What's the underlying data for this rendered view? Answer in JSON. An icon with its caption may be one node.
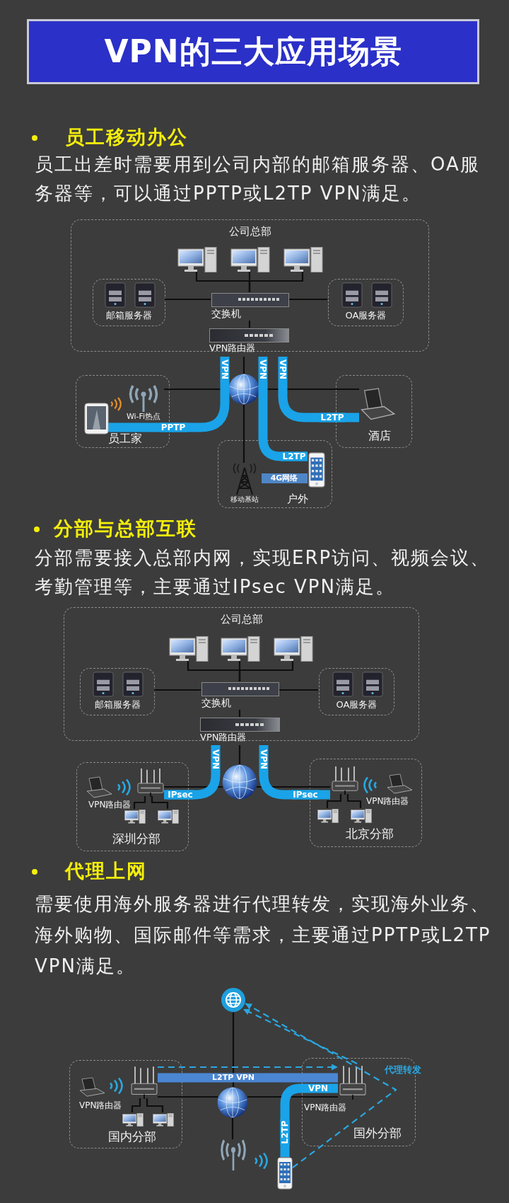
{
  "diagram": {
    "title": "VPN的三大应用场景",
    "nodes": [
      {
        "text": [
          "公司总部"
        ]
      },
      {
        "text": [],
        "shape": "picture",
        "in": 0
      },
      {
        "text": [],
        "shape": "picture",
        "in": 0
      },
      {
        "text": [],
        "shape": "picture",
        "in": 0
      },
      {
        "text": [
          "邮箱服务器"
        ],
        "in": 0
      },
      {
        "text": [
          "OA服务器"
        ],
        "in": 0
      },
      {
        "text": [
          "交换机"
        ],
        "in": 0
      },
      {
        "text": [
          "VPN路由器"
        ],
        "in": 0
      },
      {
        "text": [],
        "shape": "picture"
      },
      {
        "text": [
          "员工家"
        ]
      },
      {
        "text": [
          "Wi-Fi热点"
        ],
        "in": 9
      },
      {
        "text": [],
        "shape": "picture",
        "in": 9
      },
      {
        "text": [
          "酒店"
        ]
      },
      {
        "text": [],
        "shape": "picture",
        "in": 12
      },
      {
        "text": [
          "户外"
        ]
      },
      {
        "text": [
          "移动基站"
        ],
        "in": 14
      },
      {
        "text": [],
        "shape": "picture",
        "in": 14
      },
      {
        "text": [
          "公司总部"
        ]
      },
      {
        "text": [],
        "shape": "picture",
        "in": 17
      },
      {
        "text": [],
        "shape": "picture",
        "in": 17
      },
      {
        "text": [],
        "shape": "picture",
        "in": 17
      },
      {
        "text": [
          "邮箱服务器"
        ],
        "in": 17
      },
      {
        "text": [
          "OA服务器"
        ],
        "in": 17
      },
      {
        "text": [
          "交换机"
        ],
        "in": 17
      },
      {
        "text": [
          "VPN路由器"
        ],
        "in": 17
      },
      {
        "text": [],
        "shape": "picture"
      },
      {
        "text": [
          "深圳分部"
        ]
      },
      {
        "text": [],
        "shape": "picture",
        "in": 26
      },
      {
        "text": [],
        "shape": "picture",
        "in": 26
      },
      {
        "text": [],
        "shape": "picture",
        "in": 26
      },
      {
        "text": [],
        "shape": "picture",
        "in": 26
      },
      {
        "text": [
          "北京分部"
        ]
      },
      {
        "text": [],
        "shape": "picture",
        "in": 31
      },
      {
        "text": [],
        "shape": "picture",
        "in": 31
      },
      {
        "text": [],
        "shape": "picture",
        "in": 31
      },
      {
        "text": [],
        "shape": "picture",
        "in": 31
      },
      {
        "text": [],
        "shape": "picture"
      },
      {
        "text": [],
        "shape": "picture"
      },
      {
        "text": [
          "国内分部"
        ]
      },
      {
        "text": [],
        "shape": "picture",
        "in": 38
      },
      {
        "text": [],
        "shape": "picture",
        "in": 38
      },
      {
        "text": [],
        "shape": "picture",
        "in": 38
      },
      {
        "text": [],
        "shape": "picture",
        "in": 38
      },
      {
        "text": [
          "国外分部"
        ]
      },
      {
        "text": [],
        "shape": "picture",
        "in": 43
      },
      {
        "text": [],
        "shape": "picture"
      },
      {
        "text": [],
        "shape": "picture"
      }
    ],
    "edges": [
      {
        "from": 1,
        "to": 6,
        "arrow": "none"
      },
      {
        "from": 2,
        "to": 6,
        "arrow": "none"
      },
      {
        "from": 3,
        "to": 6,
        "arrow": "none"
      },
      {
        "from": 4,
        "to": 6,
        "arrow": "none"
      },
      {
        "from": 5,
        "to": 6,
        "arrow": "none"
      },
      {
        "from": 6,
        "to": 7,
        "arrow": "none"
      },
      {
        "from": 7,
        "to": 8,
        "arrow": "none"
      },
      {
        "from": 8,
        "to": 10,
        "arrow": "none"
      },
      {
        "from": 8,
        "to": 13,
        "arrow": "none"
      },
      {
        "from": 8,
        "to": 15,
        "arrow": "none"
      },
      {
        "from": 15,
        "to": 16,
        "arrow": "both",
        "label": "4G网络",
        "style": "thick",
        "color": "#4f86c6"
      },
      {
        "from": 7,
        "to": 11,
        "arrow": "none",
        "label": "PPTP",
        "style": "thick",
        "color": "#1aa3e8"
      },
      {
        "from": 7,
        "to": 13,
        "arrow": "none",
        "label": "L2TP",
        "style": "thick",
        "color": "#1aa3e8"
      },
      {
        "from": 7,
        "to": 16,
        "arrow": "none",
        "label": "L2TP",
        "style": "thick",
        "color": "#1aa3e8"
      },
      {
        "from": 18,
        "to": 23,
        "arrow": "none"
      },
      {
        "from": 19,
        "to": 23,
        "arrow": "none"
      },
      {
        "from": 20,
        "to": 23,
        "arrow": "none"
      },
      {
        "from": 21,
        "to": 23,
        "arrow": "none"
      },
      {
        "from": 22,
        "to": 23,
        "arrow": "none"
      },
      {
        "from": 23,
        "to": 24,
        "arrow": "none"
      },
      {
        "from": 24,
        "to": 25,
        "arrow": "none"
      },
      {
        "from": 25,
        "to": 27,
        "arrow": "none"
      },
      {
        "from": 25,
        "to": 32,
        "arrow": "none"
      },
      {
        "from": 27,
        "to": 29,
        "arrow": "none"
      },
      {
        "from": 27,
        "to": 30,
        "arrow": "none"
      },
      {
        "from": 32,
        "to": 34,
        "arrow": "none"
      },
      {
        "from": 32,
        "to": 35,
        "arrow": "none"
      },
      {
        "from": 24,
        "to": 27,
        "arrow": "none",
        "label": "IPsec",
        "style": "thick",
        "color": "#1aa3e8"
      },
      {
        "from": 24,
        "to": 32,
        "arrow": "none",
        "label": "IPsec",
        "style": "thick",
        "color": "#1aa3e8"
      },
      {
        "from": 36,
        "to": 37,
        "arrow": "none"
      },
      {
        "from": 37,
        "to": 45,
        "arrow": "none"
      },
      {
        "from": 39,
        "to": 37,
        "arrow": "none"
      },
      {
        "from": 37,
        "to": 44,
        "arrow": "none"
      },
      {
        "from": 39,
        "to": 41,
        "arrow": "none"
      },
      {
        "from": 39,
        "to": 42,
        "arrow": "none"
      },
      {
        "from": 39,
        "to": 44,
        "arrow": "none",
        "label": "L2TP VPN",
        "style": "thick",
        "color": "#4b86d2"
      },
      {
        "from": 46,
        "to": 44,
        "arrow": "none",
        "label": "L2TP",
        "style": "thick",
        "color": "#1aa3e8"
      },
      {
        "from": 39,
        "to": 44,
        "arrow": "to",
        "style": "dashed",
        "color": "#2aa7e0"
      },
      {
        "from": 44,
        "to": 36,
        "arrow": "to",
        "style": "dashed",
        "color": "#2aa7e0"
      },
      {
        "from": 46,
        "to": 36,
        "arrow": "to",
        "label": "代理转发",
        "style": "dashed",
        "color": "#2aa7e0"
      }
    ],
    "labels": [
      "员工移动办公",
      "员工出差时需要用到公司内部的邮箱服务器、OA服务器等，可以通过PPTP或L2TP VPN满足。",
      "VPN",
      "VPN",
      "VPN",
      "分部与总部互联",
      "分部需要接入总部内网，实现ERP访问、视频会议、考勤管理等，主要通过IPsec VPN满足。",
      "VPN",
      "VPN",
      "VPN路由器",
      "VPN路由器",
      "代理上网",
      "需要使用海外服务器进行代理转发，实现海外业务、海外购物、国际邮件等需求，主要通过PPTP或L2TP VPN满足。",
      "VPN",
      "VPN路由器",
      "VPN路由器"
    ]
  }
}
